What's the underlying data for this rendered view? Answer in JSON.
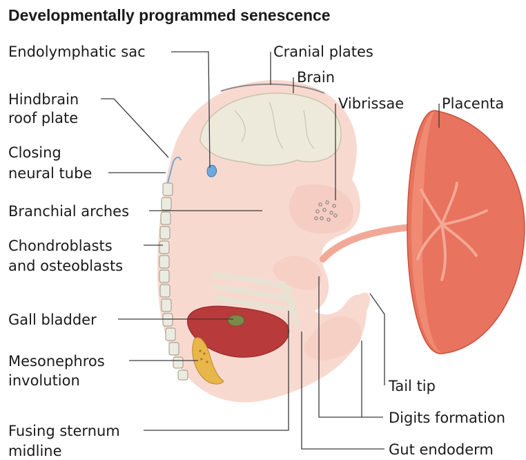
{
  "title": "Developmentally programmed senescence",
  "labels": {
    "endolymphatic_sac": "Endolymphatic sac",
    "cranial_plates": "Cranial plates",
    "brain": "Brain",
    "vibrissae": "Vibrissae",
    "placenta": "Placenta",
    "hindbrain_roof_plate": [
      "Hindbrain",
      "roof plate"
    ],
    "closing_neural_tube": [
      "Closing",
      "neural tube"
    ],
    "branchial_arches": "Branchial arches",
    "chondroblasts": [
      "Chondroblasts",
      "and osteoblasts"
    ],
    "gall_bladder": "Gall bladder",
    "mesonephros": [
      "Mesonephros",
      "involution"
    ],
    "fusing_sternum": [
      "Fusing sternum",
      "midline"
    ],
    "tail_tip": "Tail tip",
    "digits_formation": "Digits formation",
    "gut_endoderm": "Gut endoderm"
  },
  "colors": {
    "embryo_skin": "#f8d9d0",
    "brain": "#eeeadb",
    "placenta": "#e8735e",
    "placenta_vessels": "#f4a896",
    "liver": "#b83a3a",
    "mesonephros": "#e9b64a",
    "gall_bladder": "#7a8a4a",
    "skeleton": "#ecebe1",
    "endolymphatic_sac": "#6fa8dc"
  }
}
